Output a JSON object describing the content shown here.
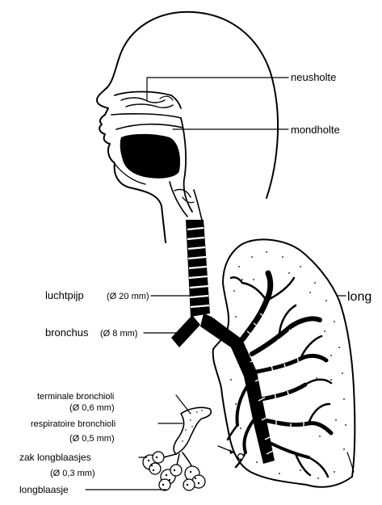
{
  "labels": {
    "nasal_cavity": "neusholte",
    "oral_cavity": "mondholte",
    "trachea": "luchtpijp",
    "trachea_size": "(Ø 20 mm)",
    "lung": "long",
    "bronchus": "bronchus",
    "bronchus_size": "(Ø 8 mm)",
    "terminal_bronchioles": "terminale bronchioli",
    "terminal_bronchioles_size": "(Ø 0,6 mm)",
    "respiratory_bronchioles": "respiratoire bronchioli",
    "respiratory_bronchioles_size": "(Ø 0,5 mm)",
    "alveolar_sacs": "zak longblaasjes",
    "alveolar_sacs_size": "(Ø 0,3 mm)",
    "alveolus": "longblaasje"
  }
}
